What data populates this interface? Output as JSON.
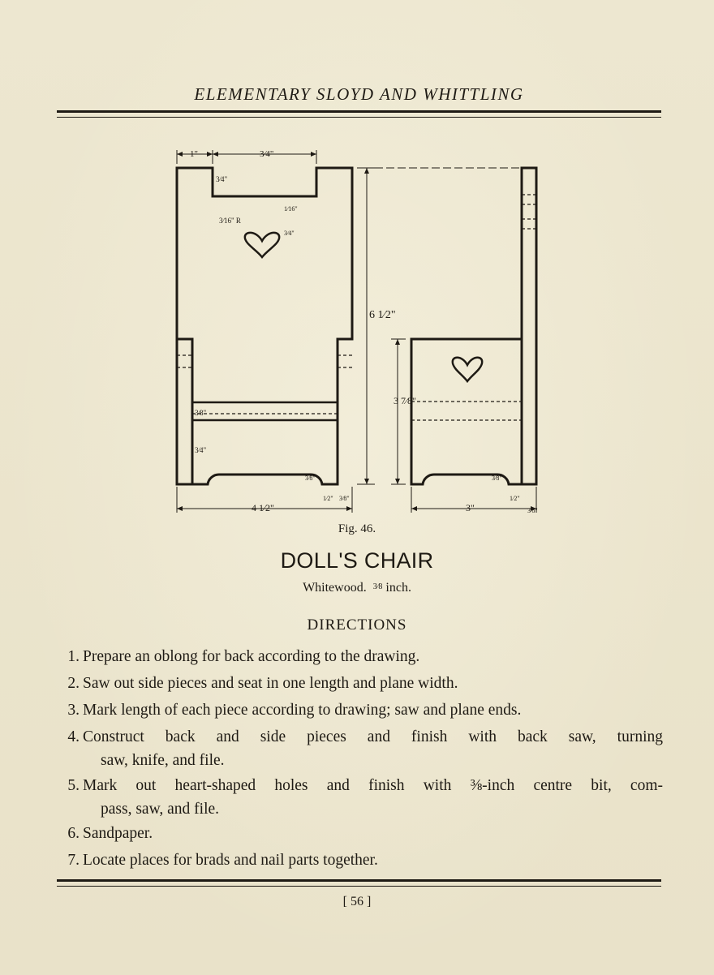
{
  "running_head": "ELEMENTARY SLOYD AND WHITTLING",
  "figure": {
    "caption": "Fig. 46.",
    "dimensions": {
      "top_left": "1\"",
      "top_notch": "3⁄4\"",
      "notch_depth": "3⁄4\"",
      "heart_radius": "3⁄16\" R",
      "heart_small_a": "1⁄16\"",
      "heart_small_b": "3⁄4\"",
      "seat_thickness": "3⁄8\"",
      "seat_height": "3⁄4\"",
      "total_height": "6 1⁄2\"",
      "side_height": "3 7⁄8\"",
      "width_front": "4 1⁄2\"",
      "foot_a": "1⁄2\"",
      "foot_b": "3⁄8\"",
      "side_width": "3\"",
      "side_foot": "1⁄2\"",
      "side_edge": "3⁄8\"",
      "corner_a": "3⁄8\"",
      "corner_b": "3⁄8\""
    }
  },
  "title": "DOLL'S CHAIR",
  "material": {
    "wood": "Whitewood.",
    "fraction": "3⁄8",
    "unit": "inch."
  },
  "directions_heading": "DIRECTIONS",
  "steps": [
    {
      "num": "1.",
      "text": "Prepare an oblong for back according to the drawing."
    },
    {
      "num": "2.",
      "text": "Saw out side pieces and seat in one length and plane width."
    },
    {
      "num": "3.",
      "text": "Mark length of each piece according to drawing; saw and plane ends."
    },
    {
      "num": "4.",
      "text": "Construct back and side pieces and finish with back saw, turning",
      "cont": "saw, knife, and file."
    },
    {
      "num": "5.",
      "text": "Mark out heart-shaped holes and finish with ⅜-inch centre bit, com-",
      "cont": "pass, saw, and file."
    },
    {
      "num": "6.",
      "text": "Sandpaper."
    },
    {
      "num": "7.",
      "text": "Locate places for brads and nail parts together."
    }
  ],
  "folio": "[ 56 ]"
}
